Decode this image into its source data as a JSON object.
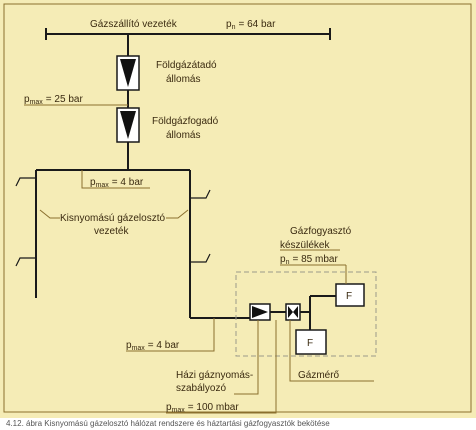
{
  "colors": {
    "background": "#f5ecb6",
    "frame": "#8a6f2e",
    "pipe": "#1a1a1a",
    "text": "#3a2a10",
    "dashed_box": "#9a9a8a"
  },
  "labels": {
    "main_pipe": "Gázszállító vezeték",
    "main_pressure_p": "p",
    "main_pressure_sub": "n",
    "main_pressure_value": "= 64 bar",
    "station1_line1": "Földgázátadó",
    "station1_line2": "állomás",
    "pmax_p": "p",
    "pmax_sub": "max",
    "pressure_25": "= 25 bar",
    "station2_line1": "Földgázfogadó",
    "station2_line2": "állomás",
    "pressure_4_top": "= 4 bar",
    "network_line1": "Kisnyomású gázelosztó",
    "network_line2": "vezeték",
    "consumers_line1": "Gázfogyasztó",
    "consumers_line2": "készülékek",
    "consumers_pressure_p": "p",
    "consumers_pressure_sub": "n",
    "consumers_pressure_value": "= 85 mbar",
    "appliance_top": "F",
    "appliance_bottom": "F",
    "pressure_4_bottom": "= 4 bar",
    "regulator_line1": "Házi gáznyomás-",
    "regulator_line2": "szabályozó",
    "meter": "Gázmérő",
    "pressure_100": "= 100 mbar"
  },
  "caption": "4.12. ábra Kisnyomású gázelosztó hálózat rendszere és háztartási gázfogyasztók bekötése"
}
